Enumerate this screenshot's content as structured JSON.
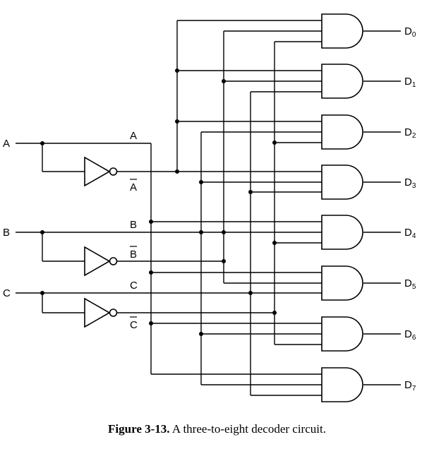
{
  "inputs": [
    {
      "id": "A",
      "label": "A",
      "true_label": "A",
      "comp_label": "A"
    },
    {
      "id": "B",
      "label": "B",
      "true_label": "B",
      "comp_label": "B"
    },
    {
      "id": "C",
      "label": "C",
      "true_label": "C",
      "comp_label": "C"
    }
  ],
  "outputs": [
    {
      "letter": "D",
      "index": "0"
    },
    {
      "letter": "D",
      "index": "1"
    },
    {
      "letter": "D",
      "index": "2"
    },
    {
      "letter": "D",
      "index": "3"
    },
    {
      "letter": "D",
      "index": "4"
    },
    {
      "letter": "D",
      "index": "5"
    },
    {
      "letter": "D",
      "index": "6"
    },
    {
      "letter": "D",
      "index": "7"
    }
  ],
  "caption": {
    "figure": "Figure 3-13.",
    "text": "A three-to-eight decoder circuit."
  }
}
